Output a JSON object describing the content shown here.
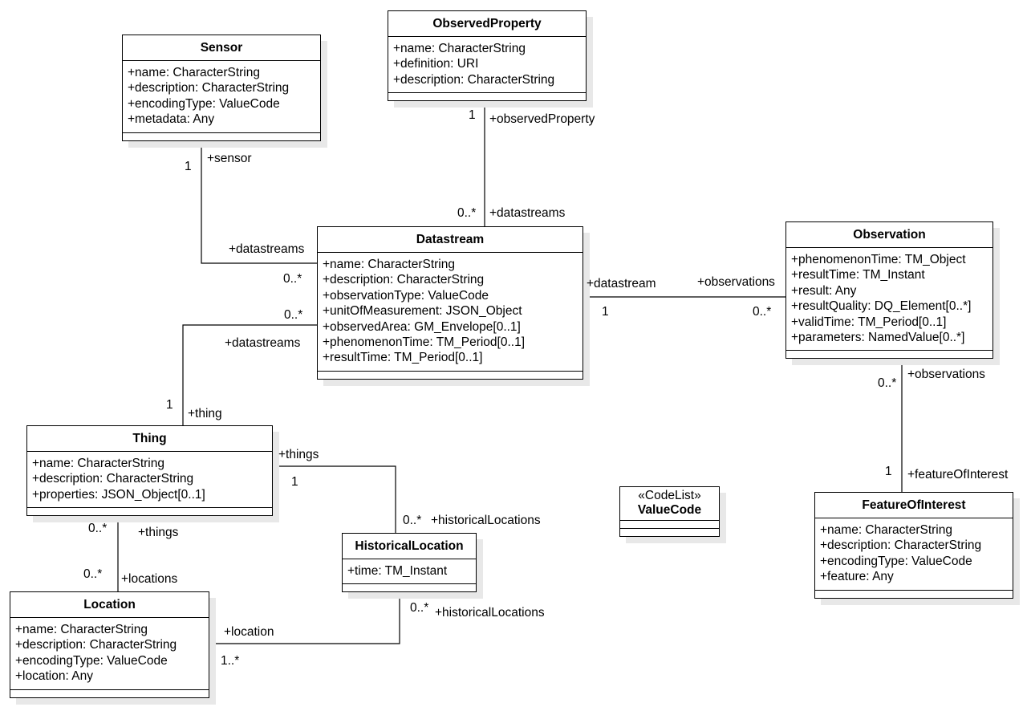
{
  "diagram": {
    "classes": {
      "observed_property": {
        "name": "ObservedProperty",
        "attributes": [
          "+name: CharacterString",
          "+definition: URI",
          "+description: CharacterString"
        ]
      },
      "sensor": {
        "name": "Sensor",
        "attributes": [
          "+name: CharacterString",
          "+description: CharacterString",
          "+encodingType: ValueCode",
          "+metadata: Any"
        ]
      },
      "datastream": {
        "name": "Datastream",
        "attributes": [
          "+name: CharacterString",
          "+description: CharacterString",
          "+observationType: ValueCode",
          "+unitOfMeasurement: JSON_Object",
          "+observedArea: GM_Envelope[0..1]",
          "+phenomenonTime: TM_Period[0..1]",
          "+resultTime: TM_Period[0..1]"
        ]
      },
      "observation": {
        "name": "Observation",
        "attributes": [
          "+phenomenonTime: TM_Object",
          "+resultTime: TM_Instant",
          "+result: Any",
          "+resultQuality: DQ_Element[0..*]",
          "+validTime: TM_Period[0..1]",
          "+parameters: NamedValue[0..*]"
        ]
      },
      "thing": {
        "name": "Thing",
        "attributes": [
          "+name: CharacterString",
          "+description: CharacterString",
          "+properties: JSON_Object[0..1]"
        ]
      },
      "historical_location": {
        "name": "HistoricalLocation",
        "attributes": [
          "+time: TM_Instant"
        ]
      },
      "value_code": {
        "stereotype": "«CodeList»",
        "name": "ValueCode"
      },
      "feature_of_interest": {
        "name": "FeatureOfInterest",
        "attributes": [
          "+name: CharacterString",
          "+description: CharacterString",
          "+encodingType: ValueCode",
          "+feature: Any"
        ]
      },
      "location": {
        "name": "Location",
        "attributes": [
          "+name: CharacterString",
          "+description: CharacterString",
          "+encodingType: ValueCode",
          "+location: Any"
        ]
      }
    },
    "associations": {
      "sensor_datastream": {
        "role_a": "+sensor",
        "mult_a": "1",
        "role_b": "+datastreams",
        "mult_b": "0..*"
      },
      "observedproperty_datastream": {
        "role_a": "+observedProperty",
        "mult_a": "1",
        "role_b": "+datastreams",
        "mult_b": "0..*"
      },
      "datastream_observation": {
        "role_a": "+datastream",
        "mult_a": "1",
        "role_b": "+observations",
        "mult_b": "0..*"
      },
      "thing_datastream": {
        "role_a": "+datastreams",
        "mult_a": "0..*",
        "role_b": "+thing",
        "mult_b": "1"
      },
      "observation_featureofinterest": {
        "role_a": "+observations",
        "mult_a": "0..*",
        "role_b": "+featureOfInterest",
        "mult_b": "1"
      },
      "thing_historicallocation": {
        "role_a": "+things",
        "mult_a": "1",
        "role_b": "+historicalLocations",
        "mult_b": "0..*"
      },
      "thing_location": {
        "role_a": "+things",
        "mult_a": "0..*",
        "role_b": "+locations",
        "mult_b": "0..*"
      },
      "location_historicallocation": {
        "role_a": "+location",
        "mult_a": "1..*",
        "role_b": "+historicalLocations",
        "mult_b": "0..*"
      }
    }
  }
}
